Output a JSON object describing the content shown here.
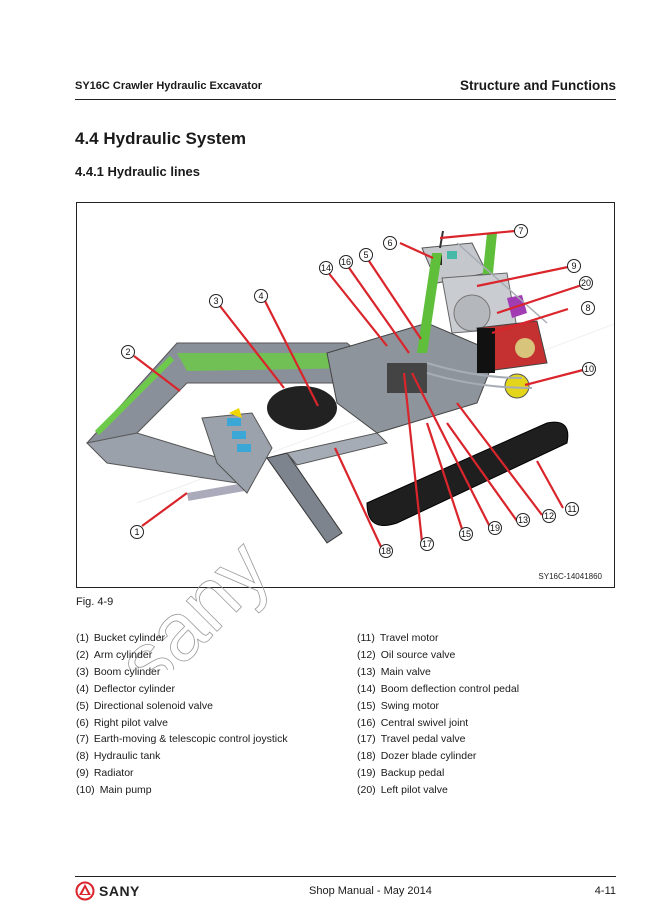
{
  "header": {
    "left": "SY16C Crawler Hydraulic Excavator",
    "right": "Structure and Functions"
  },
  "section": {
    "title": "4.4  Hydraulic System",
    "subtitle": "4.4.1  Hydraulic lines"
  },
  "figure": {
    "code": "SY16C-14041860",
    "caption": "Fig.  4-9",
    "callouts": [
      "1",
      "2",
      "3",
      "4",
      "5",
      "6",
      "7",
      "8",
      "9",
      "10",
      "11",
      "12",
      "13",
      "14",
      "15",
      "16",
      "17",
      "18",
      "19",
      "20"
    ],
    "leader_color": "#d9252b",
    "highlight_color": "#56c13a"
  },
  "legend": {
    "left": [
      {
        "num": "(1)",
        "label": "Bucket cylinder"
      },
      {
        "num": "(2)",
        "label": "Arm cylinder"
      },
      {
        "num": "(3)",
        "label": "Boom cylinder"
      },
      {
        "num": "(4)",
        "label": "Deflector cylinder"
      },
      {
        "num": "(5)",
        "label": "Directional solenoid valve"
      },
      {
        "num": "(6)",
        "label": "Right pilot valve"
      },
      {
        "num": "(7)",
        "label": "Earth-moving & telescopic control joystick"
      },
      {
        "num": "(8)",
        "label": "Hydraulic tank"
      },
      {
        "num": "(9)",
        "label": "Radiator"
      },
      {
        "num": "(10)",
        "label": "Main pump"
      }
    ],
    "right": [
      {
        "num": "(11)",
        "label": "Travel motor"
      },
      {
        "num": "(12)",
        "label": "Oil source valve"
      },
      {
        "num": "(13)",
        "label": "Main valve"
      },
      {
        "num": "(14)",
        "label": "Boom deflection control pedal"
      },
      {
        "num": "(15)",
        "label": "Swing motor"
      },
      {
        "num": "(16)",
        "label": "Central swivel joint"
      },
      {
        "num": "(17)",
        "label": "Travel pedal valve"
      },
      {
        "num": "(18)",
        "label": "Dozer blade cylinder"
      },
      {
        "num": "(19)",
        "label": "Backup pedal"
      },
      {
        "num": "(20)",
        "label": "Left pilot valve"
      }
    ]
  },
  "watermark": "sany",
  "footer": {
    "logo_text": "SANY",
    "center": "Shop Manual - May 2014",
    "page": "4-11",
    "logo_color": "#d9252b"
  }
}
